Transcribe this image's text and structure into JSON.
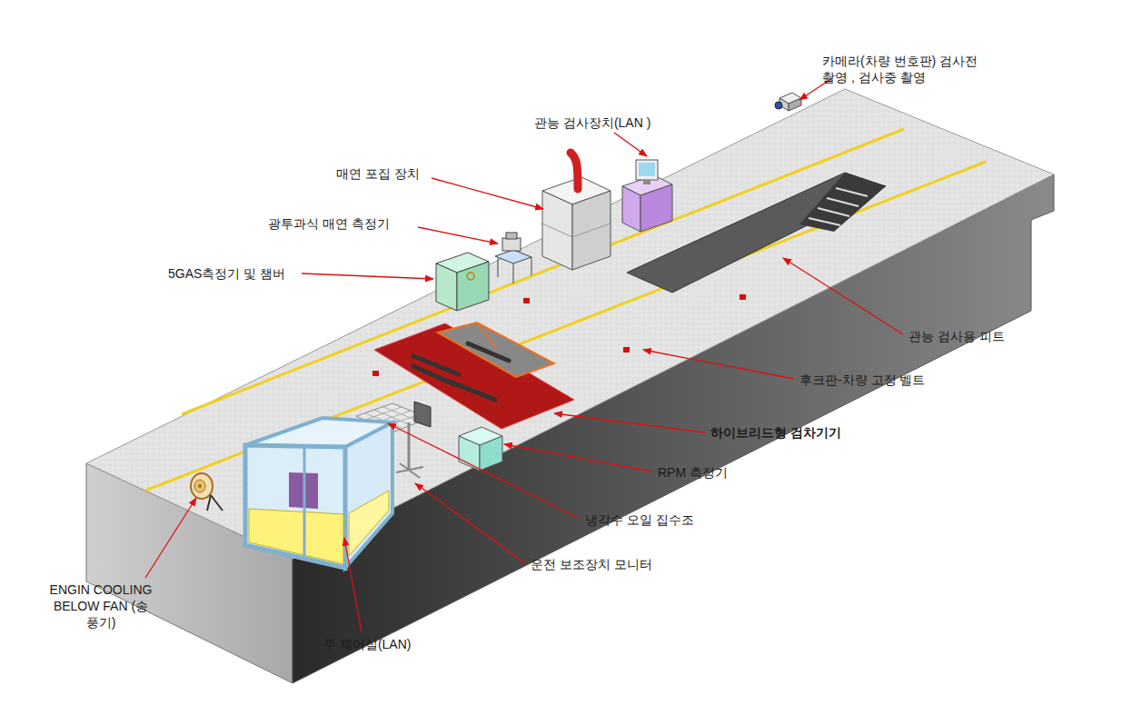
{
  "diagram": {
    "labels": [
      "카메라(차량 번호판) 검사전 촬영 , 검사중 촬영",
      "관능 검사장치(LAN )",
      "매연 포집 장치",
      "광투과식 매연 측정기",
      "5GAS측정기 및 챔버",
      "관능 검사용 피트",
      "후크판-차량 고정 벨트",
      "하이브리드형 검차기기",
      "RPM 측정기",
      "냉각수 오일 집수조",
      "운전 보조장치 모니터",
      "ENGIN COOLING BELOW FAN (송풍기)",
      "주 제어실(LAN)"
    ]
  }
}
